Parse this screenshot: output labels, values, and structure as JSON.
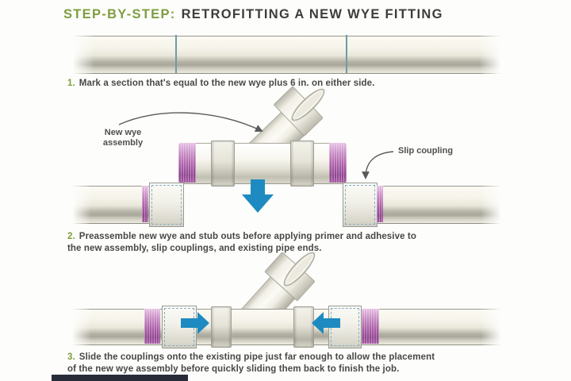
{
  "title": {
    "prefix": "STEP-BY-STEP:",
    "main": "RETROFITTING A NEW WYE FITTING"
  },
  "steps": [
    {
      "number": "1.",
      "lines": [
        "Mark a section that's equal to the new wye plus 6 in. on either side."
      ]
    },
    {
      "number": "2.",
      "lines": [
        "Preassemble new wye and stub outs before applying primer and adhesive to",
        "the new assembly, slip couplings, and existing pipe ends."
      ]
    },
    {
      "number": "3.",
      "lines": [
        "Slide the couplings onto the existing pipe just far enough to allow the placement",
        "of the new wye assembly before quickly sliding them back to finish the job."
      ]
    }
  ],
  "callouts": {
    "new_wye_line1": "New wye",
    "new_wye_line2": "assembly",
    "slip_coupling": "Slip coupling"
  },
  "colors": {
    "accent_green": "#7e9d3f",
    "text_dark": "#474747",
    "arrow_blue": "#1d8bc1",
    "primer_purple": "#ad62a9",
    "mark_teal": "#6f9aa6"
  }
}
